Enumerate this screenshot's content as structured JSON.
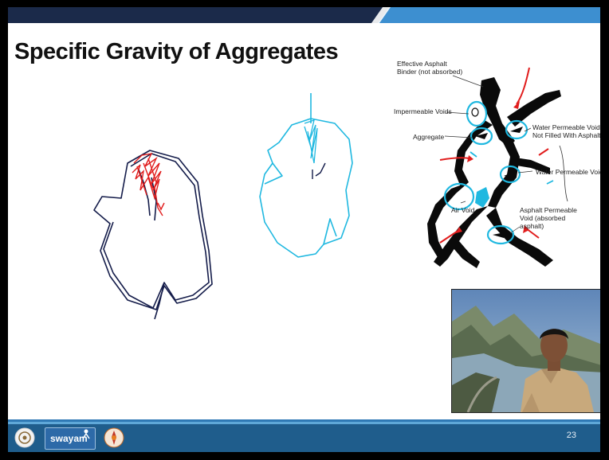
{
  "slide": {
    "title": "Specific Gravity of Aggregates",
    "page_number": "23"
  },
  "diagram": {
    "labels": {
      "effective_binder": [
        "Effective Asphalt",
        "Binder (not absorbed)"
      ],
      "impermeable_voids": "Impermeable Voids",
      "aggregate": "Aggregate",
      "water_permeable_not_filled": [
        "Water Permeable Void",
        "Not Filled With Asphalt"
      ],
      "water_permeable": "Water Permeable Void",
      "air_void": "Air Void",
      "asphalt_permeable": [
        "Asphalt Permeable",
        "Void (absorbed",
        "asphalt)"
      ]
    }
  },
  "footer": {
    "logos": [
      "iit-emblem-logo",
      "swayam-logo",
      "nptel-logo"
    ],
    "swayam_text": "swayam"
  },
  "colors": {
    "slide_bg": "#ffffff",
    "title_text": "#111111",
    "footer_blue": "#1f5d8c",
    "header_navy": "#1b2a4a",
    "header_accent": "#3d8fd0",
    "ink_navy": "#141c4a",
    "ink_red": "#e11d1d",
    "ink_cyan": "#1fb8e0"
  }
}
